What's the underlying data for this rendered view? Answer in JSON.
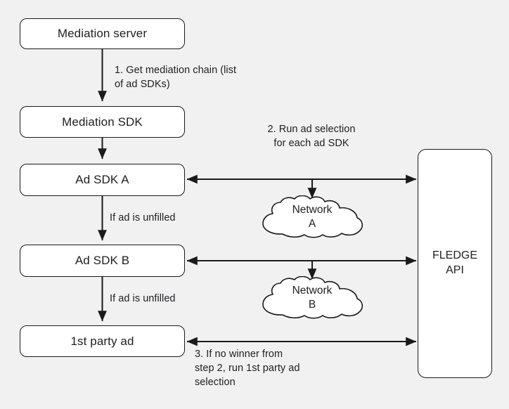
{
  "canvas": {
    "background": "#f1f1f1",
    "stroke": "#1a1a1a",
    "text_color": "#1f1f1f",
    "node_fill": "#ffffff"
  },
  "nodes": {
    "mediation_server": "Mediation server",
    "mediation_sdk": "Mediation SDK",
    "ad_sdk_a": "Ad SDK A",
    "ad_sdk_b": "Ad SDK B",
    "first_party_ad": "1st party ad",
    "fledge_api": "FLEDGE\nAPI"
  },
  "clouds": {
    "network_a": "Network\nA",
    "network_b": "Network\nB"
  },
  "edge_labels": {
    "step1": "1. Get mediation chain (list\nof ad SDKs)",
    "step2": "2. Run ad selection\nfor each ad SDK",
    "step3": "3. If no winner from\nstep 2, run 1st party ad\nselection",
    "unfilled_a": "If ad is unfilled",
    "unfilled_b": "If ad is unfilled"
  }
}
